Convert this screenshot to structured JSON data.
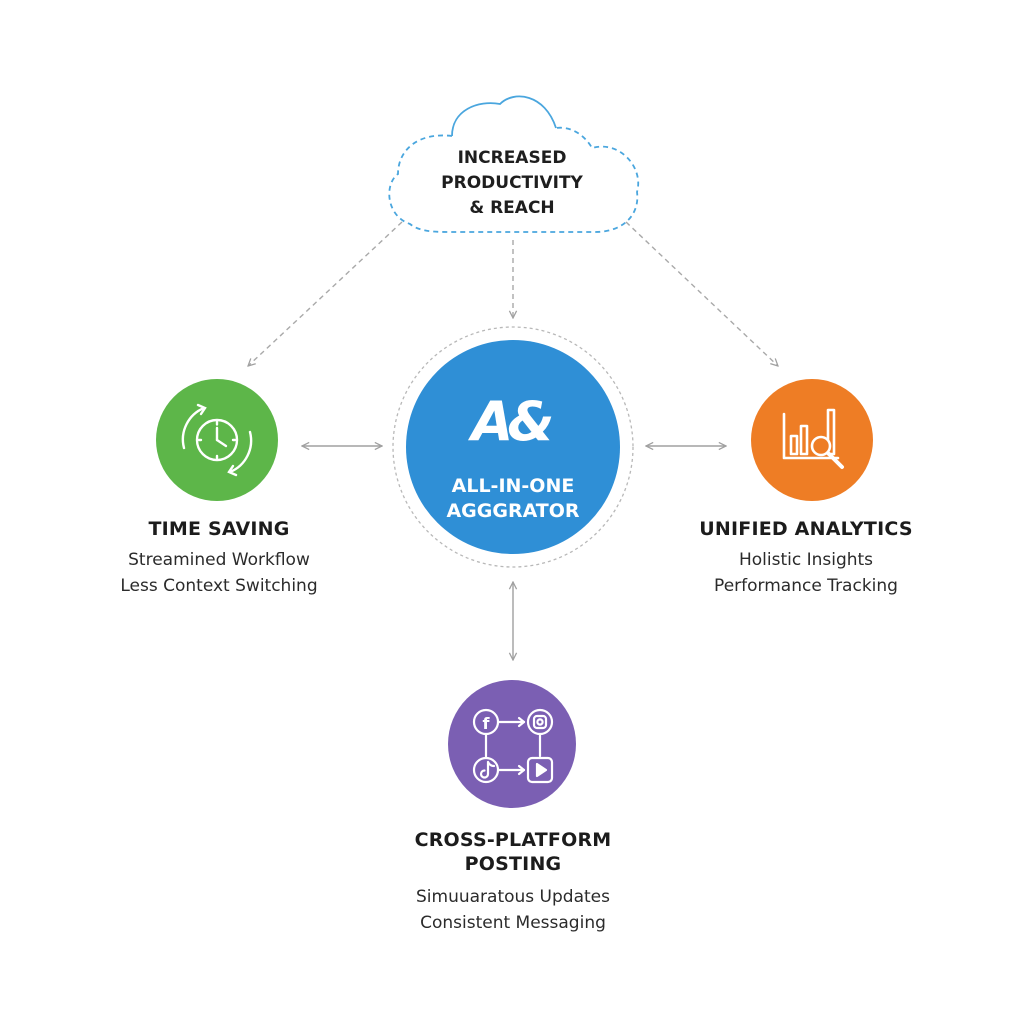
{
  "colors": {
    "hub": "#2f8fd6",
    "time_saving": "#5db649",
    "analytics": "#ee7d25",
    "posting": "#7b5fb3",
    "cloud_stroke": "#4aa6de",
    "connector": "#a9a9a9"
  },
  "cloud": {
    "line1": "INCREASED",
    "line2": "PRODUCTIVITY",
    "line3": "& REACH"
  },
  "hub": {
    "logo": "A&",
    "line1": "ALL-IN-ONE",
    "line2": "AGGGRATOR"
  },
  "time_saving": {
    "icon": "clock-cycle-icon",
    "title": "TIME SAVING",
    "sub1": "Streamined Workflow",
    "sub2": "Less Context Switching"
  },
  "analytics": {
    "icon": "chart-magnifier-icon",
    "title": "UNIFIED ANALYTICS",
    "sub1": "Holistic Insights",
    "sub2": "Performance Tracking"
  },
  "posting": {
    "icon": "social-network-icon",
    "title1": "CROSS-PLATFORM",
    "title2": "POSTING",
    "sub1": "Simuuaratous Updates",
    "sub2": "Consistent Messaging"
  }
}
